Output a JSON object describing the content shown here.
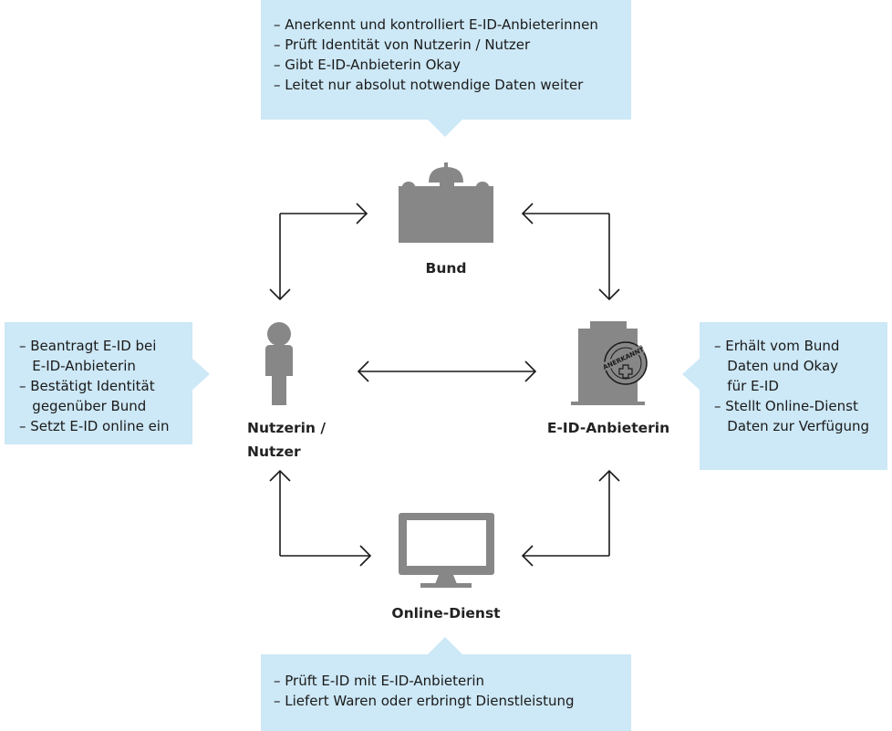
{
  "colors": {
    "box_fill": "#cde8f6",
    "icon_gray": "#878787",
    "arrow": "#1a1a1a"
  },
  "boxes": {
    "bund": {
      "lines": [
        "– Anerkennt und kontrolliert E-ID-Anbieterinnen",
        "– Prüft Identität von Nutzerin / Nutzer",
        "– Gibt E-ID-Anbieterin Okay",
        "– Leitet nur absolut notwendige Daten weiter"
      ]
    },
    "nutzer": {
      "lines": [
        "– Beantragt E-ID bei",
        "   E-ID-Anbieterin",
        "– Bestätigt Identität",
        "   gegenüber Bund",
        "– Setzt E-ID online ein"
      ]
    },
    "anbieterin": {
      "lines": [
        "– Erhält vom Bund",
        "   Daten und Okay",
        "   für E-ID",
        "– Stellt Online-Dienst",
        "   Daten zur Verfügung"
      ]
    },
    "online": {
      "lines": [
        "– Prüft E-ID mit E-ID-Anbieterin",
        "– Liefert Waren oder erbringt Dienstleistung"
      ]
    }
  },
  "nodes": {
    "bund": {
      "label": "Bund",
      "icon": "federal-palace-icon"
    },
    "nutzer": {
      "label_line1": "Nutzerin /",
      "label_line2": "Nutzer",
      "icon": "person-icon"
    },
    "anbieterin": {
      "label": "E-ID-Anbieterin",
      "icon": "certified-provider-icon",
      "stamp_text": "ANERKANNT"
    },
    "online": {
      "label": "Online-Dienst",
      "icon": "monitor-icon"
    }
  }
}
